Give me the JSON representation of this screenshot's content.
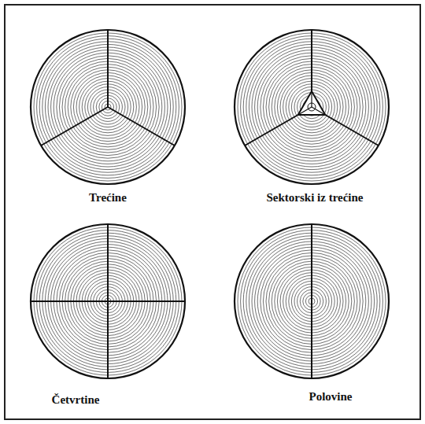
{
  "diagram": {
    "labels": [
      "Trećine",
      "Sektorski iz trećine",
      "Četvrtine",
      "Polovine"
    ]
  }
}
